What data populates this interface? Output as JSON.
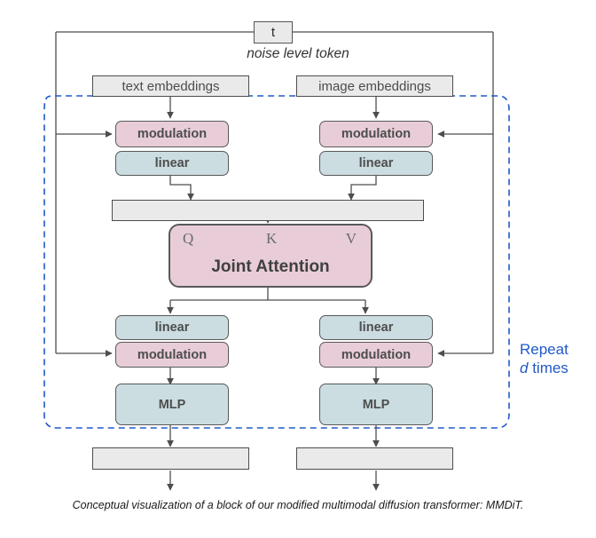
{
  "figure": {
    "caption": "Conceptual visualization of a block of our modified multimodal diffusion transformer: MMDiT.",
    "noise_label": "noise level token",
    "timestep_token": "t",
    "repeat_line1": "Repeat",
    "repeat_emphasis": "d",
    "repeat_line2": " times",
    "colors": {
      "modulation_fill": "#e8cdd8",
      "linear_fill": "#cbdde1",
      "concat_fill": "#eaeaea",
      "repeat_blue": "#2159c9",
      "stroke": "#4d4d4d"
    }
  },
  "inputs": {
    "text_embeddings": "text embeddings",
    "image_embeddings": "image embeddings"
  },
  "branches": {
    "text": {
      "modulation_top": "modulation",
      "linear_top": "linear",
      "linear_bottom": "linear",
      "modulation_bottom": "modulation",
      "mlp": "MLP"
    },
    "image": {
      "modulation_top": "modulation",
      "linear_top": "linear",
      "linear_bottom": "linear",
      "modulation_bottom": "modulation",
      "mlp": "MLP"
    }
  },
  "attention": {
    "title": "Joint Attention",
    "q": "Q",
    "k": "K",
    "v": "V"
  }
}
